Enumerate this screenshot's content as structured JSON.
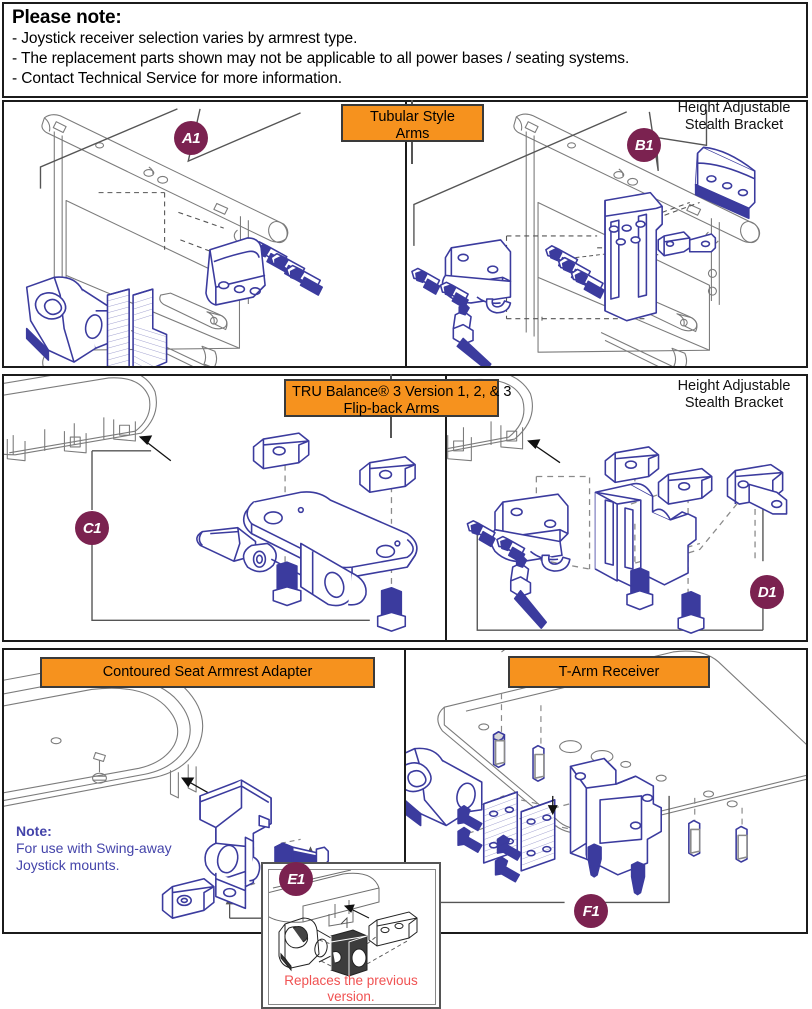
{
  "document": {
    "type": "exploded-parts-diagram",
    "title_note": {
      "heading": "Please note:",
      "bullets": [
        "- Joystick receiver selection varies by armrest type.",
        "- The replacement parts shown may not be applicable to all power bases / seating systems.",
        "- Contact Technical Service for more information."
      ]
    }
  },
  "colors": {
    "orange_label": "#F6921E",
    "badge_maroon": "#7B2250",
    "part_blue": "#3B3B9E",
    "note_blue": "#4444AA",
    "caption_red": "#F05252",
    "line_gray": "#6f6f6f",
    "border_black": "#1b1b1b"
  },
  "panels": [
    {
      "id": "A1",
      "position": "top-left",
      "orange_label": "Tubular Style\nArms",
      "orange_label_line1": "Tubular Style",
      "orange_label_line2": "Arms",
      "badge": "A1",
      "caption": ""
    },
    {
      "id": "B1",
      "position": "top-right",
      "orange_label": "",
      "badge": "B1",
      "caption_line1": "Height Adjustable",
      "caption_line2": "Stealth Bracket"
    },
    {
      "id": "C1",
      "position": "middle-left",
      "orange_label_line1": "TRU Balance® 3 Version 1, 2, & 3",
      "orange_label_line2": "Flip-back Arms",
      "badge": "C1",
      "inset": {
        "caption_line1": "Replaces the previous",
        "caption_line2": "version."
      }
    },
    {
      "id": "D1",
      "position": "middle-right",
      "badge": "D1",
      "caption_line1": "Height Adjustable",
      "caption_line2": "Stealth Bracket"
    },
    {
      "id": "E1",
      "position": "bottom-left",
      "orange_label": "Contoured Seat Armrest Adapter",
      "badge": "E1",
      "note": {
        "heading": "Note:",
        "line1": "For use with Swing-away",
        "line2": "Joystick mounts."
      }
    },
    {
      "id": "F1",
      "position": "bottom-right",
      "orange_label": "T-Arm Receiver",
      "badge": "F1"
    }
  ]
}
